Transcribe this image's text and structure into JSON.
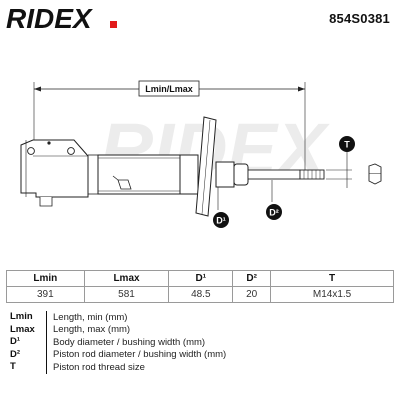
{
  "brand": {
    "name": "RIDEX",
    "accent": "#e21a1a"
  },
  "header": {
    "part_number": "854S0381"
  },
  "drawing": {
    "dimension_label": "Lmin/Lmax",
    "d1_label": "D¹",
    "d2_label": "D²",
    "t_label": "T",
    "watermark": "RIDEX"
  },
  "table": {
    "headers": [
      "Lmin",
      "Lmax",
      "D¹",
      "D²",
      "T"
    ],
    "values": [
      "391",
      "581",
      "48.5",
      "20",
      "M14x1.5"
    ]
  },
  "legend": [
    {
      "key": "Lmin",
      "desc": "Length, min (mm)"
    },
    {
      "key": "Lmax",
      "desc": "Length, max (mm)"
    },
    {
      "key": "D¹",
      "desc": "Body diameter / bushing width (mm)"
    },
    {
      "key": "D²",
      "desc": "Piston rod diameter / bushing width (mm)"
    },
    {
      "key": "T",
      "desc": "Piston rod thread size"
    }
  ]
}
